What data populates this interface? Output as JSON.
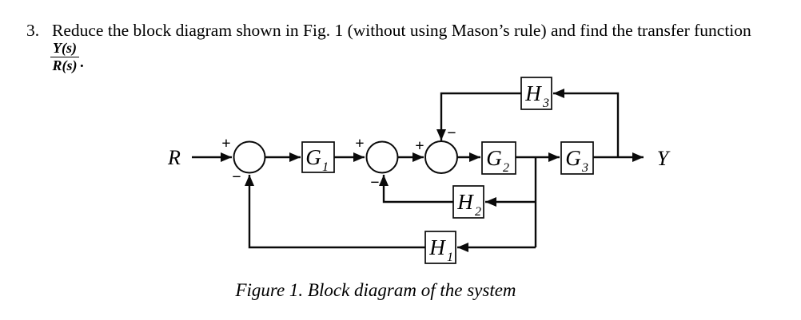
{
  "problem": {
    "number": "3.",
    "statement": "Reduce the block diagram shown in Fig. 1 (without using Mason’s rule) and find the transfer function",
    "fraction_numerator": "Y(s)",
    "fraction_denominator": "R(s)",
    "trailing_period": "."
  },
  "caption": "Figure 1. Block diagram of the system",
  "diagram": {
    "input_label": "R",
    "output_label": "Y",
    "blocks": [
      {
        "id": "G1",
        "letter": "G",
        "sub": "1"
      },
      {
        "id": "G2",
        "letter": "G",
        "sub": "2"
      },
      {
        "id": "G3",
        "letter": "G",
        "sub": "3"
      },
      {
        "id": "H1",
        "letter": "H",
        "sub": "1"
      },
      {
        "id": "H2",
        "letter": "H",
        "sub": "2"
      },
      {
        "id": "H3",
        "letter": "H",
        "sub": "3"
      }
    ],
    "signs": [
      {
        "junction": "sum1",
        "input": "forward",
        "value": "+"
      },
      {
        "junction": "sum1",
        "input": "feedback-H1",
        "value": "−"
      },
      {
        "junction": "sum2",
        "input": "forward",
        "value": "+"
      },
      {
        "junction": "sum2",
        "input": "feedback-H2",
        "value": "−"
      },
      {
        "junction": "sum3",
        "input": "forward",
        "value": "+"
      },
      {
        "junction": "sum3",
        "input": "feedback-H3",
        "value": "−"
      }
    ],
    "topology": [
      "R → sum1(+) → G1 → sum2(+) → sum3(+) → G2 → G3 → Y",
      "H3 feeds back from G3 output to sum3 (−)",
      "H2 feeds back from node between G2 and G3 to sum2 (−)",
      "H1 feeds back from node between G2 and G3 to sum1 (−)"
    ],
    "line_color": "#000000",
    "background": "#ffffff"
  }
}
